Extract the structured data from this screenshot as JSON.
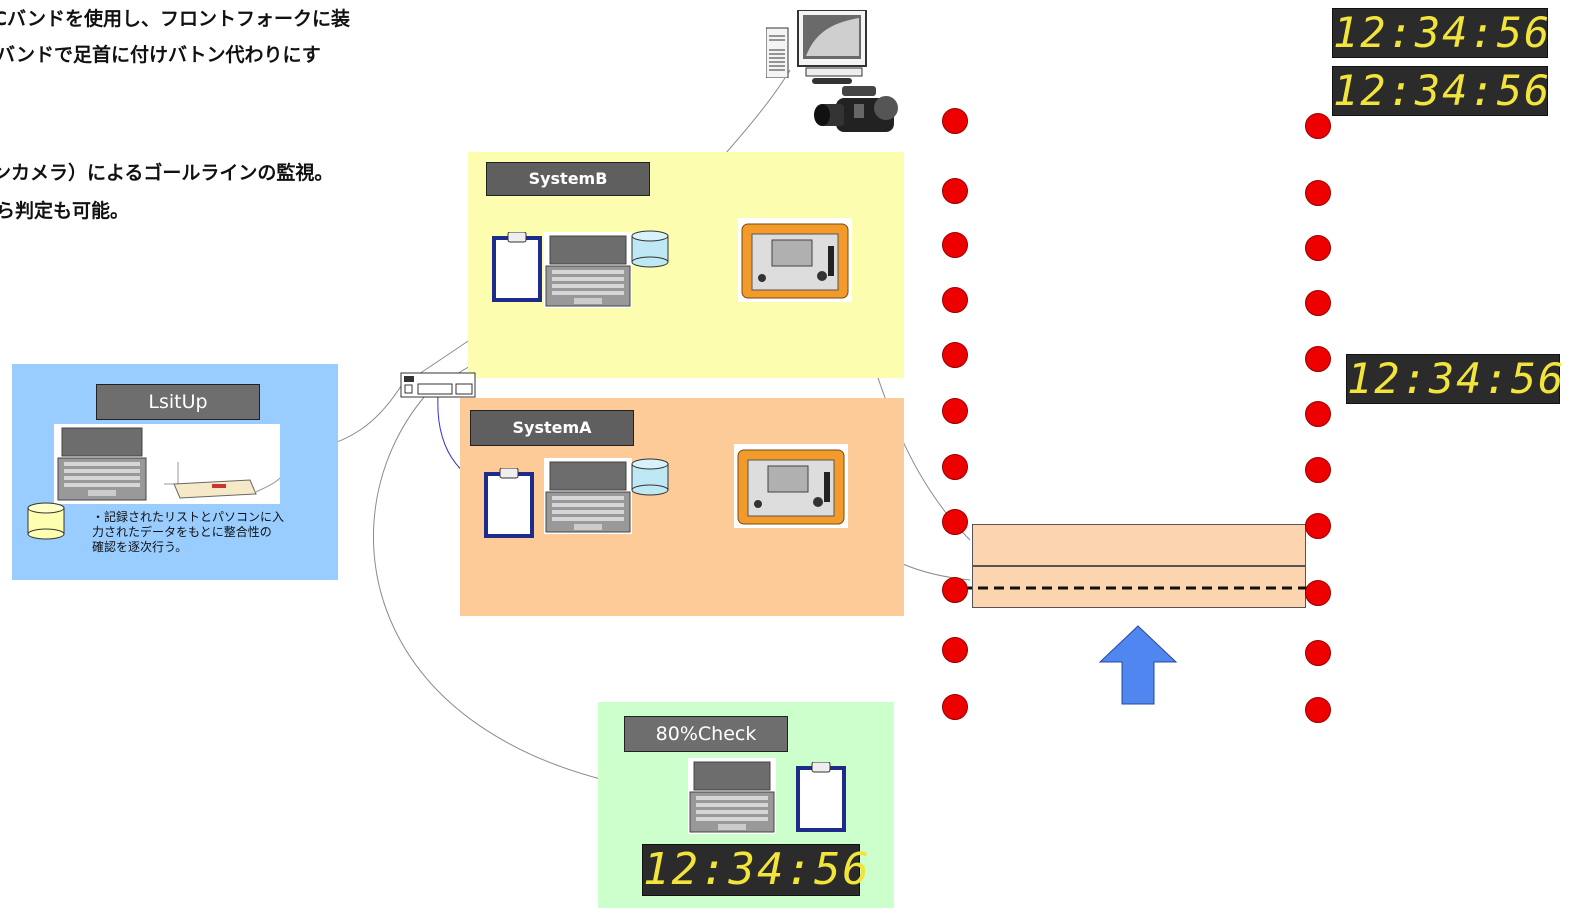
{
  "intro": {
    "line1": "ICバンドを使用し、フロントフォークに装",
    "line2": "バンドで足首に付けバトン代わりにす",
    "line3": "ンカメラ）によるゴールラインの監視。",
    "line4": "ら判定も可能。"
  },
  "panels": {
    "systemB": {
      "label": "SystemB"
    },
    "systemA": {
      "label": "SystemA"
    },
    "lsitUp": {
      "label": "LsitUp",
      "note": [
        "・記録されたリストとパソコンに入",
        "力されたデータをもとに整合性の",
        "確認を逐次行う。"
      ]
    },
    "check80": {
      "label": "80%Check"
    }
  },
  "clocks": {
    "top1": "12:34:56",
    "top2": "12:34:56",
    "right": "12:34:56",
    "check": "12:34:56"
  },
  "colors": {
    "systemB_bg": "#fdfdb0",
    "systemA_bg": "#fccb98",
    "lsitUp_bg": "#99ccff",
    "check80_bg": "#ccffcc",
    "dot": "#ee0000",
    "arrow": "#4f86f0",
    "clock_text": "#f2e43a"
  },
  "icons": [
    "server-monitor-icon",
    "video-camera-icon",
    "laptop-icon",
    "clipboard-icon",
    "database-icon",
    "timing-device-icon",
    "network-switch-icon",
    "printer-icon",
    "up-arrow-icon"
  ]
}
